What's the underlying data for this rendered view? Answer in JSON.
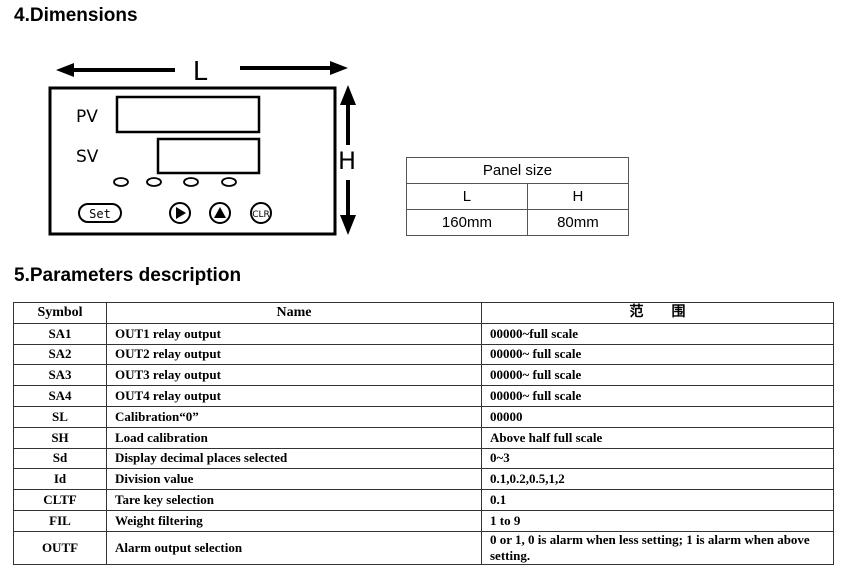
{
  "dimensions": {
    "heading": "4.Dimensions",
    "diagram": {
      "length_label": "L",
      "height_label": "H",
      "pv_label": "PV",
      "sv_label": "SV",
      "set_button": "Set",
      "clr_button": "CLR"
    },
    "panel_table": {
      "title": "Panel size",
      "headers": [
        "L",
        "H"
      ],
      "values": [
        "160mm",
        "80mm"
      ]
    }
  },
  "parameters": {
    "heading": "5.Parameters description",
    "columns": [
      "Symbol",
      "Name",
      "范　　围"
    ],
    "rows": [
      [
        "SA1",
        "OUT1 relay output",
        "00000~full scale"
      ],
      [
        "SA2",
        "OUT2 relay output",
        "00000~ full scale"
      ],
      [
        "SA3",
        "OUT3 relay output",
        "00000~ full scale"
      ],
      [
        "SA4",
        "OUT4 relay output",
        "00000~ full scale"
      ],
      [
        "SL",
        "Calibration“0”",
        "00000"
      ],
      [
        "SH",
        "Load calibration",
        "Above half full scale"
      ],
      [
        "Sd",
        "Display decimal places selected",
        "0~3"
      ],
      [
        "Id",
        "Division value",
        "0.1,0.2,0.5,1,2"
      ],
      [
        "CLTF",
        "Tare key selection",
        "0.1"
      ],
      [
        "FIL",
        "Weight filtering",
        "1 to 9"
      ],
      [
        "OUTF",
        "Alarm output selection",
        "0 or 1, 0 is alarm when less setting; 1 is alarm when above setting."
      ]
    ]
  }
}
